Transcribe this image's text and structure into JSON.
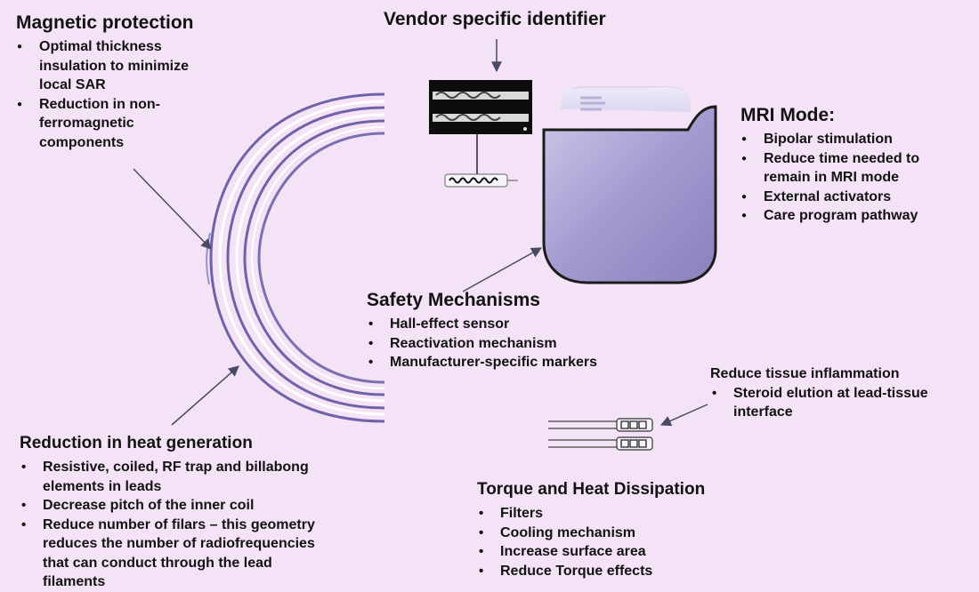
{
  "colors": {
    "background": "#f4e3f6",
    "device": "#9f97c9",
    "device_outline": "#1c1c1c",
    "lead_coil": "#7a6fb0",
    "arrow": "#4a4a66"
  },
  "magnetic_protection": {
    "title": "Magnetic protection",
    "items": [
      "Optimal thickness insulation to minimize local SAR",
      "Reduction in non-ferromagnetic components"
    ]
  },
  "vendor_identifier": {
    "title": "Vendor specific identifier"
  },
  "mri_mode": {
    "title": "MRI Mode:",
    "items": [
      "Bipolar stimulation",
      "Reduce time needed to remain in MRI mode",
      "External activators",
      "Care program pathway"
    ]
  },
  "safety_mechanisms": {
    "title": "Safety Mechanisms",
    "items": [
      "Hall-effect sensor",
      "Reactivation mechanism",
      "Manufacturer-specific markers"
    ]
  },
  "tissue_inflammation": {
    "title": "Reduce tissue inflammation",
    "items": [
      "Steroid elution at lead-tissue interface"
    ]
  },
  "heat_generation": {
    "title": "Reduction in heat generation",
    "items": [
      "Resistive, coiled, RF trap and billabong elements in leads",
      "Decrease pitch of the inner coil",
      "Reduce number of filars – this geometry reduces the number of radiofrequencies that can conduct through the lead filaments"
    ]
  },
  "torque_heat": {
    "title": "Torque and Heat Dissipation",
    "items": [
      "Filters",
      "Cooling mechanism",
      "Increase surface area",
      "Reduce  Torque effects"
    ]
  }
}
